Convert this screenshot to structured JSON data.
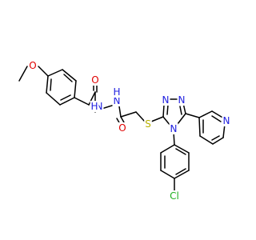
{
  "atoms": {
    "o_methoxy": {
      "label": "O",
      "color": "#e00000"
    },
    "o_amide1": {
      "label": "O",
      "color": "#e00000"
    },
    "o_amide2": {
      "label": "O",
      "color": "#e00000"
    },
    "nh_a": {
      "label": "N",
      "h": "H",
      "color": "#2020e0"
    },
    "nh_b": {
      "label": "N",
      "h": "H",
      "color": "#2020e0"
    },
    "s": {
      "label": "S",
      "color": "#b8b000"
    },
    "n_tri1": {
      "label": "N",
      "color": "#2020e0"
    },
    "n_tri2": {
      "label": "N",
      "color": "#2020e0"
    },
    "n_tri4": {
      "label": "N",
      "color": "#2020e0"
    },
    "n_pyr": {
      "label": "N",
      "color": "#2020e0"
    },
    "cl": {
      "label": "Cl",
      "color": "#20b020"
    }
  }
}
